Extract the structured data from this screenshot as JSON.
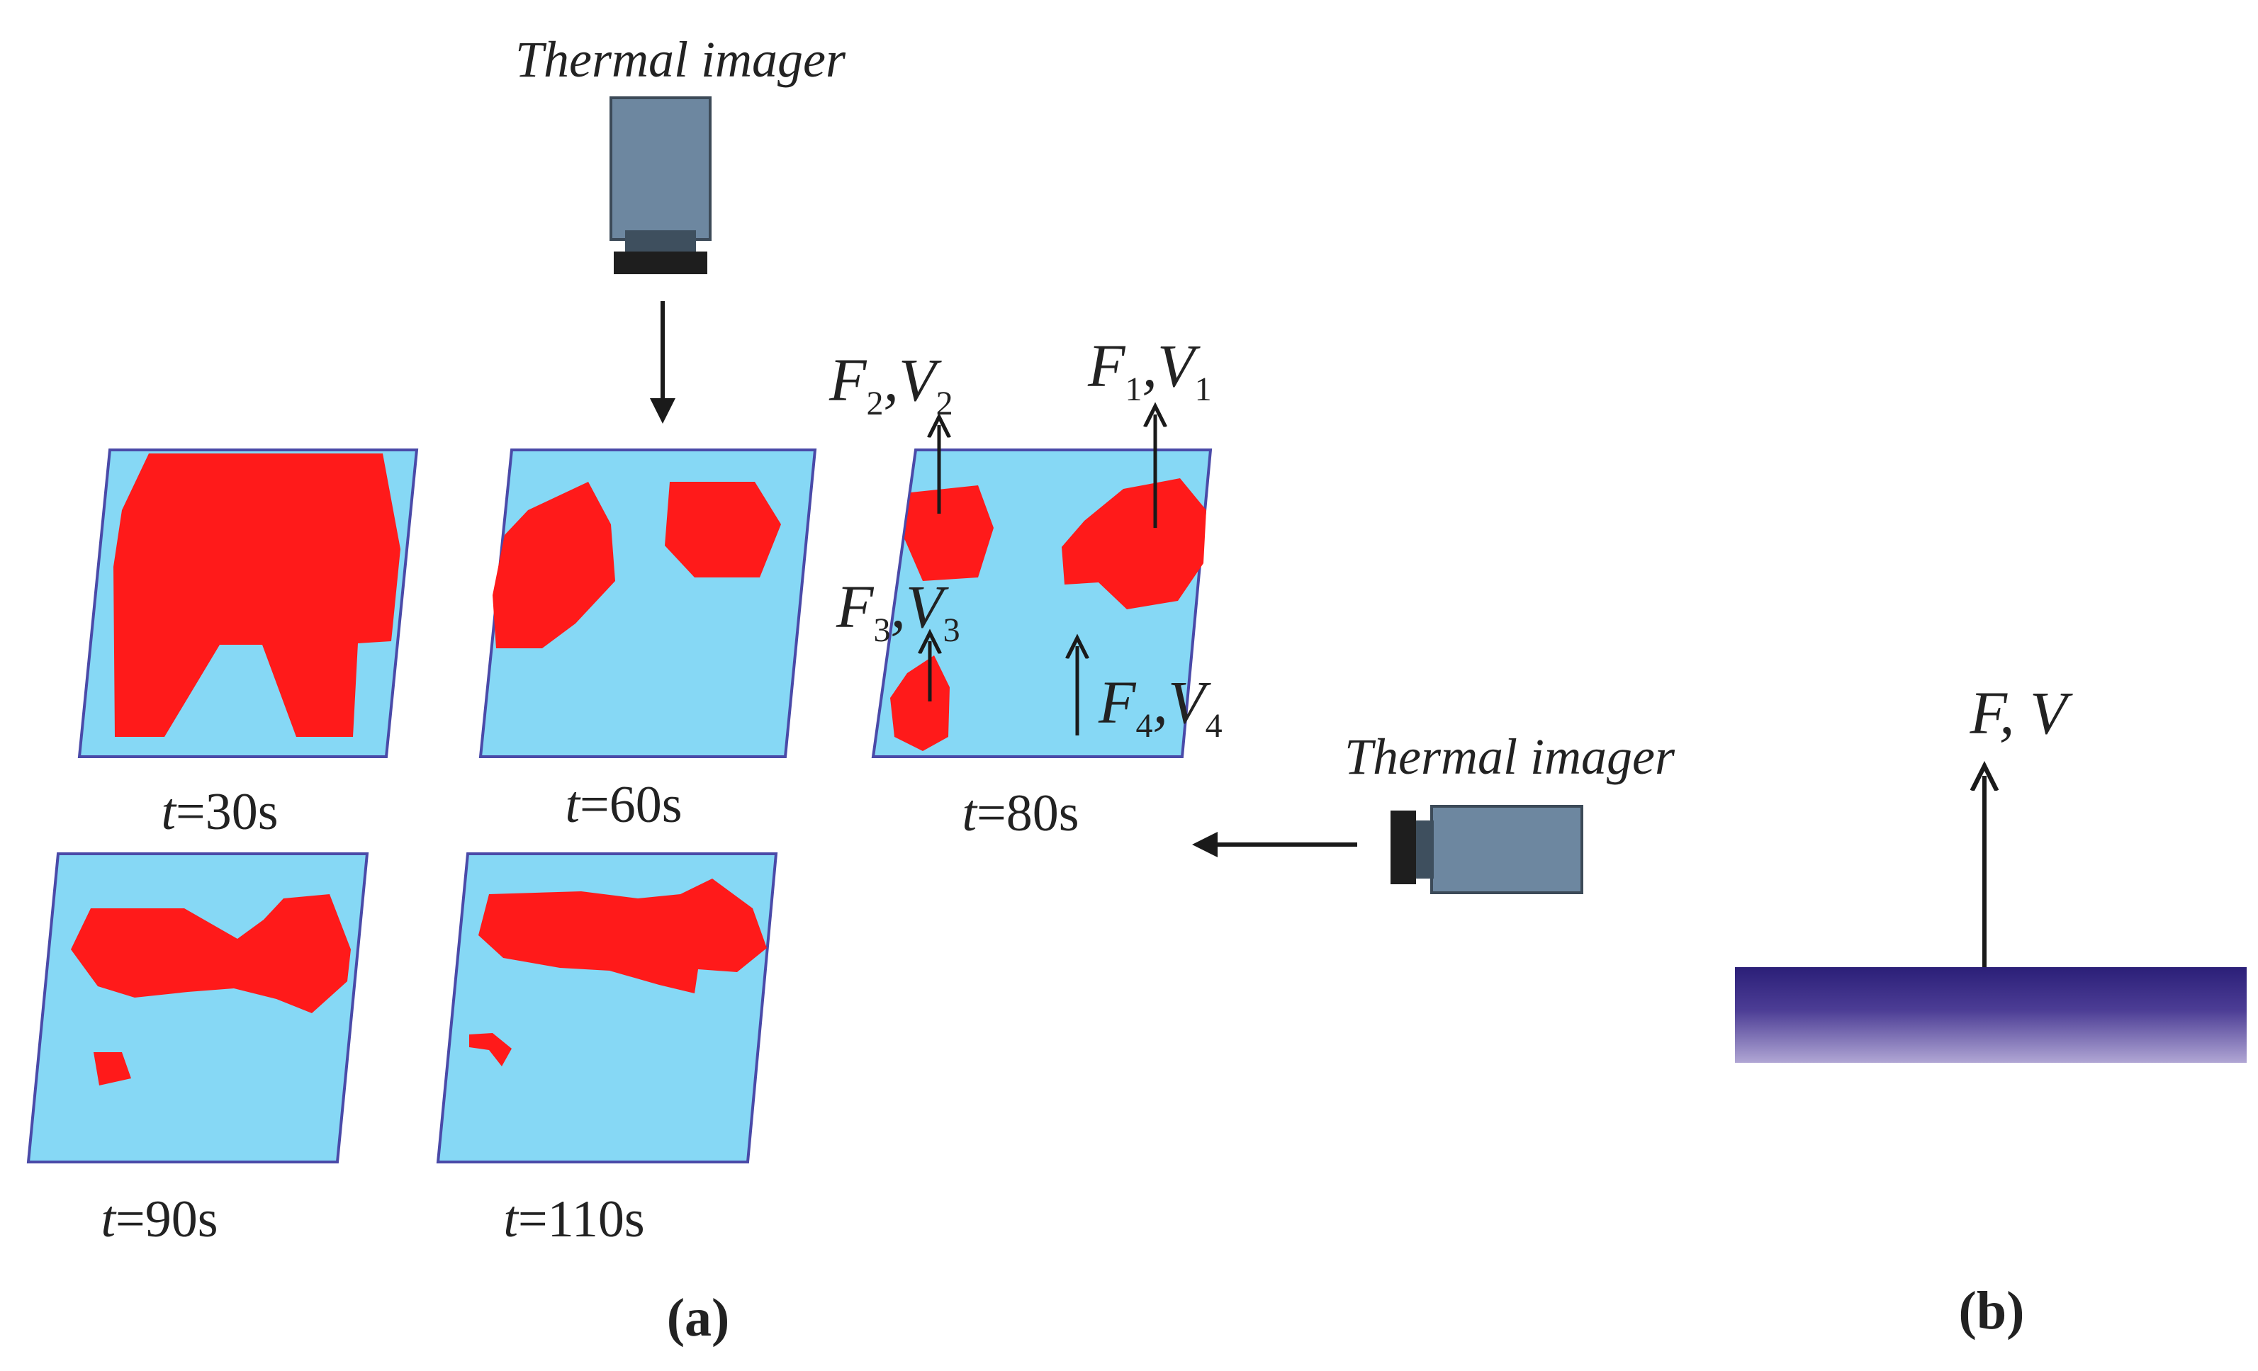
{
  "camera_top": {
    "label": "Thermal imager"
  },
  "camera_side": {
    "label": "Thermal imager"
  },
  "frames": [
    {
      "var": "t",
      "value": "=30s"
    },
    {
      "var": "t",
      "value": "=60s"
    },
    {
      "var": "t",
      "value": "=80s"
    },
    {
      "var": "t",
      "value": "=90s"
    },
    {
      "var": "t",
      "value": "=110s"
    }
  ],
  "forces": [
    {
      "F": "F",
      "fsub": "1",
      "sep": ",",
      "V": "V",
      "vsub": "1"
    },
    {
      "F": "F",
      "fsub": "2",
      "sep": ",",
      "V": "V",
      "vsub": "2"
    },
    {
      "F": "F",
      "fsub": "3",
      "sep": ",",
      "V": "V",
      "vsub": "3"
    },
    {
      "F": "F",
      "fsub": "4",
      "sep": ",",
      "V": "V",
      "vsub": "4"
    }
  ],
  "panel_b": {
    "force_label": "F, V"
  },
  "panel_labels": {
    "a": "(a)",
    "b": "(b)"
  },
  "colors": {
    "plate": "#86d8f5",
    "plate_border": "#4a4aa8",
    "hot_region": "#ff1a1a",
    "camera_body": "#6d87a0",
    "camera_lens": "#1e1e1e",
    "surface_top": "#2b1f78",
    "surface_bottom": "#a89ccd"
  }
}
